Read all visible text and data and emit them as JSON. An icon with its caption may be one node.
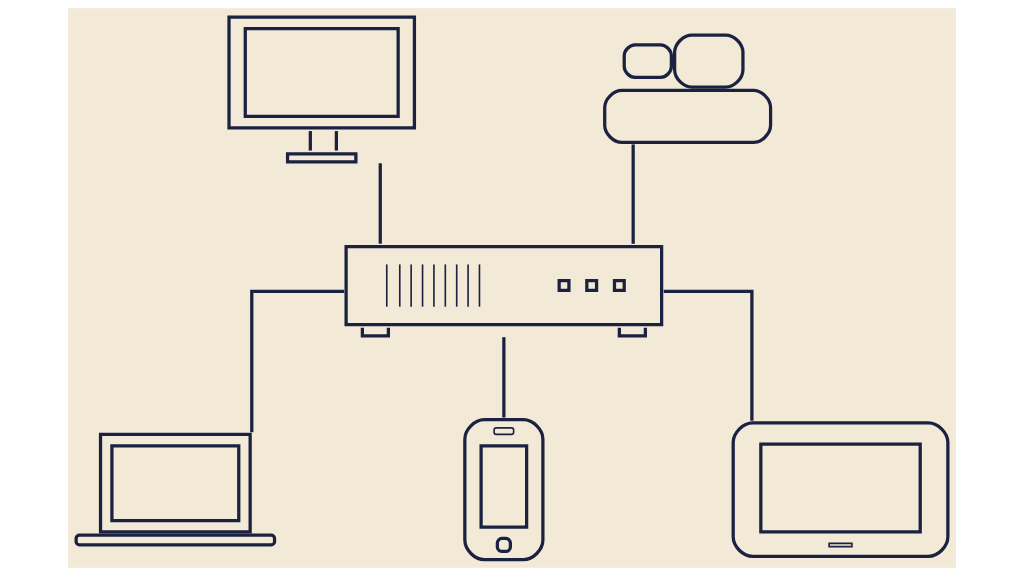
{
  "diagram": {
    "nodes": [
      {
        "text": [],
        "shape": "picture"
      },
      {
        "text": [],
        "shape": "cloud"
      },
      {
        "text": [],
        "shape": "picture"
      },
      {
        "text": [],
        "shape": "picture"
      },
      {
        "text": [],
        "shape": "picture"
      },
      {
        "text": [],
        "shape": "picture"
      }
    ],
    "edges": [
      {
        "from": 0,
        "to": 2,
        "arrow": "none"
      },
      {
        "from": 1,
        "to": 2,
        "arrow": "none"
      },
      {
        "from": 2,
        "to": 3,
        "arrow": "none"
      },
      {
        "from": 2,
        "to": 4,
        "arrow": "none"
      },
      {
        "from": 2,
        "to": 5,
        "arrow": "none"
      }
    ]
  }
}
